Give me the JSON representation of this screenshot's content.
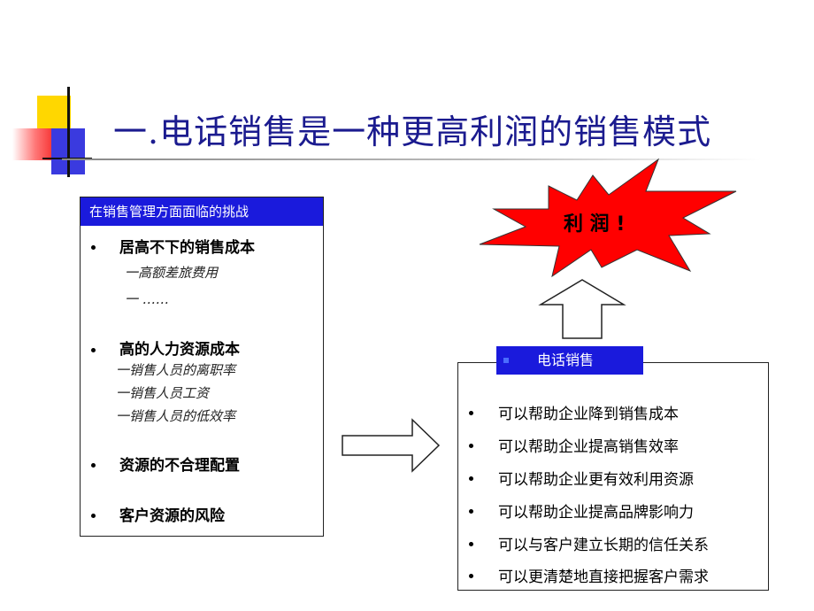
{
  "title": "一.电话销售是一种更高利润的销售模式",
  "left_panel": {
    "header": "在销售管理方面面临的挑战",
    "items": [
      {
        "label": "居高不下的销售成本",
        "subs": [
          "一高额差旅费用",
          "一 ……"
        ]
      },
      {
        "label": "高的人力资源成本",
        "subs": [
          "一销售人员的离职率",
          "一销售人员工资",
          "一销售人员的低效率"
        ]
      },
      {
        "label": "资源的不合理配置",
        "subs": []
      },
      {
        "label": "客户资源的风险",
        "subs": []
      }
    ]
  },
  "right_panel": {
    "header": "电话销售",
    "items": [
      "可以帮助企业降到销售成本",
      "可以帮助企业提高销售效率",
      "可以帮助企业更有效利用资源",
      "可以帮助企业提高品牌影响力",
      "可以与客户建立长期的信任关系",
      "可以更清楚地直接把握客户需求"
    ]
  },
  "starburst": {
    "label": "利 润 !",
    "color": "#ff0000"
  },
  "colors": {
    "accent_blue": "#1a1adc",
    "title_blue": "#1b1b8f",
    "deco_yellow": "#ffd700",
    "deco_red": "#f00000"
  }
}
